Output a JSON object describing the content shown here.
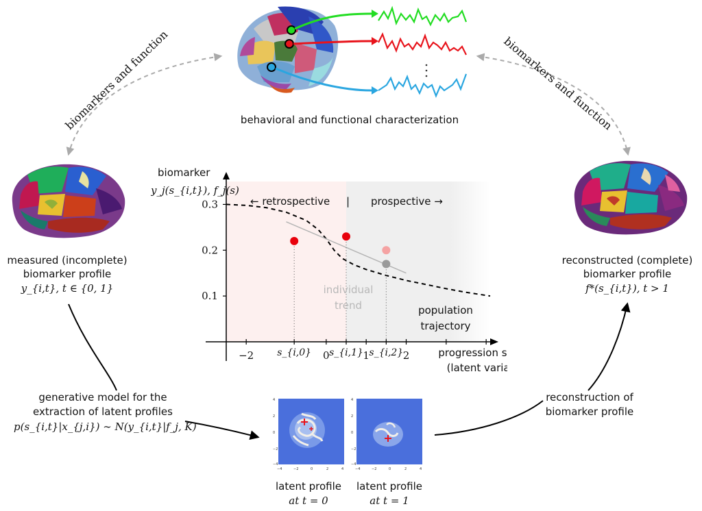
{
  "top": {
    "left_arrow_label": "biomarkers and function",
    "right_arrow_label": "biomarkers and function",
    "caption": "behavioral and functional characterization"
  },
  "left_panel": {
    "line1": "measured (incomplete)",
    "line2": "biomarker profile",
    "line3": "y_{i,t}, t ∈ {0, 1}"
  },
  "right_panel": {
    "line1": "reconstructed (complete)",
    "line2": "biomarker profile",
    "line3": "f*(s_{i,t}), t > 1"
  },
  "generative": {
    "line1": "generative model for the",
    "line2": "extraction of latent profiles",
    "line3": "p(s_{i,t}|x_{j,i}) ∼ N(y_{i,t}|f_j, K)"
  },
  "reconstruction": {
    "line1": "reconstruction of",
    "line2": "biomarker profile"
  },
  "latent_profiles": [
    {
      "line1": "latent profile",
      "line2": "at t = 0"
    },
    {
      "line1": "latent profile",
      "line2": "at t = 1"
    }
  ],
  "chart_data": {
    "type": "line",
    "ylabel_line1": "biomarker",
    "ylabel_line2": "y_j(s_{i,t}), f_j(s)",
    "xlabel_line1": "progression score s",
    "xlabel_line2": "(latent variable)",
    "region_labels": {
      "retrospective": "← retrospective",
      "divider": "|",
      "prospective": "prospective →"
    },
    "xlim": [
      -2.5,
      4.1
    ],
    "ylim": [
      0,
      0.35
    ],
    "xticks": [
      {
        "v": -2,
        "label": "−2"
      },
      {
        "v": 0,
        "label": "0"
      },
      {
        "v": 1,
        "label": "1"
      },
      {
        "v": 2,
        "label": "2"
      }
    ],
    "extra_xticks": [
      3,
      4
    ],
    "yticks": [
      {
        "v": 0.1,
        "label": "0.1"
      },
      {
        "v": 0.2,
        "label": "0.2"
      },
      {
        "v": 0.3,
        "label": "0.3"
      }
    ],
    "score_labels": [
      {
        "x": -0.8,
        "label": "s_{i,0}"
      },
      {
        "x": 0.5,
        "label": "s_{i,1}"
      },
      {
        "x": 1.5,
        "label": "s_{i,2}"
      }
    ],
    "population_trajectory": {
      "name_line1": "population",
      "name_line2": "trajectory",
      "x": [
        -2.5,
        -2.0,
        -1.5,
        -1.0,
        -0.5,
        -0.2,
        0.0,
        0.2,
        0.4,
        0.7,
        1.0,
        1.5,
        2.0,
        2.5,
        3.0,
        3.5,
        4.1
      ],
      "y": [
        0.3,
        0.298,
        0.293,
        0.283,
        0.265,
        0.245,
        0.225,
        0.2,
        0.182,
        0.168,
        0.158,
        0.145,
        0.134,
        0.125,
        0.116,
        0.108,
        0.1
      ]
    },
    "individual_trend": {
      "name_line1": "individual",
      "name_line2": "trend",
      "x": [
        -1.0,
        2.0
      ],
      "y": [
        0.262,
        0.15
      ]
    },
    "points": [
      {
        "x": -0.8,
        "y": 0.22,
        "color": "#e8000b",
        "kind": "measured"
      },
      {
        "x": 0.5,
        "y": 0.23,
        "color": "#e8000b",
        "kind": "measured"
      },
      {
        "x": 1.5,
        "y": 0.2,
        "color": "#f5a3a3",
        "kind": "future-true"
      },
      {
        "x": 1.5,
        "y": 0.17,
        "color": "#9a9a9a",
        "kind": "predicted"
      }
    ],
    "regions": [
      {
        "from": -2.5,
        "to": 0.5,
        "color": "#fdf0ef",
        "name": "retrospective"
      },
      {
        "from": 0.5,
        "to": 4.1,
        "color": "#efefef",
        "name": "prospective"
      }
    ],
    "grid": false
  },
  "signals": [
    {
      "color": "#22dd22",
      "name": "green-signal"
    },
    {
      "color": "#e8141c",
      "name": "red-signal"
    },
    {
      "color": "#2aa6e0",
      "name": "blue-signal"
    }
  ]
}
